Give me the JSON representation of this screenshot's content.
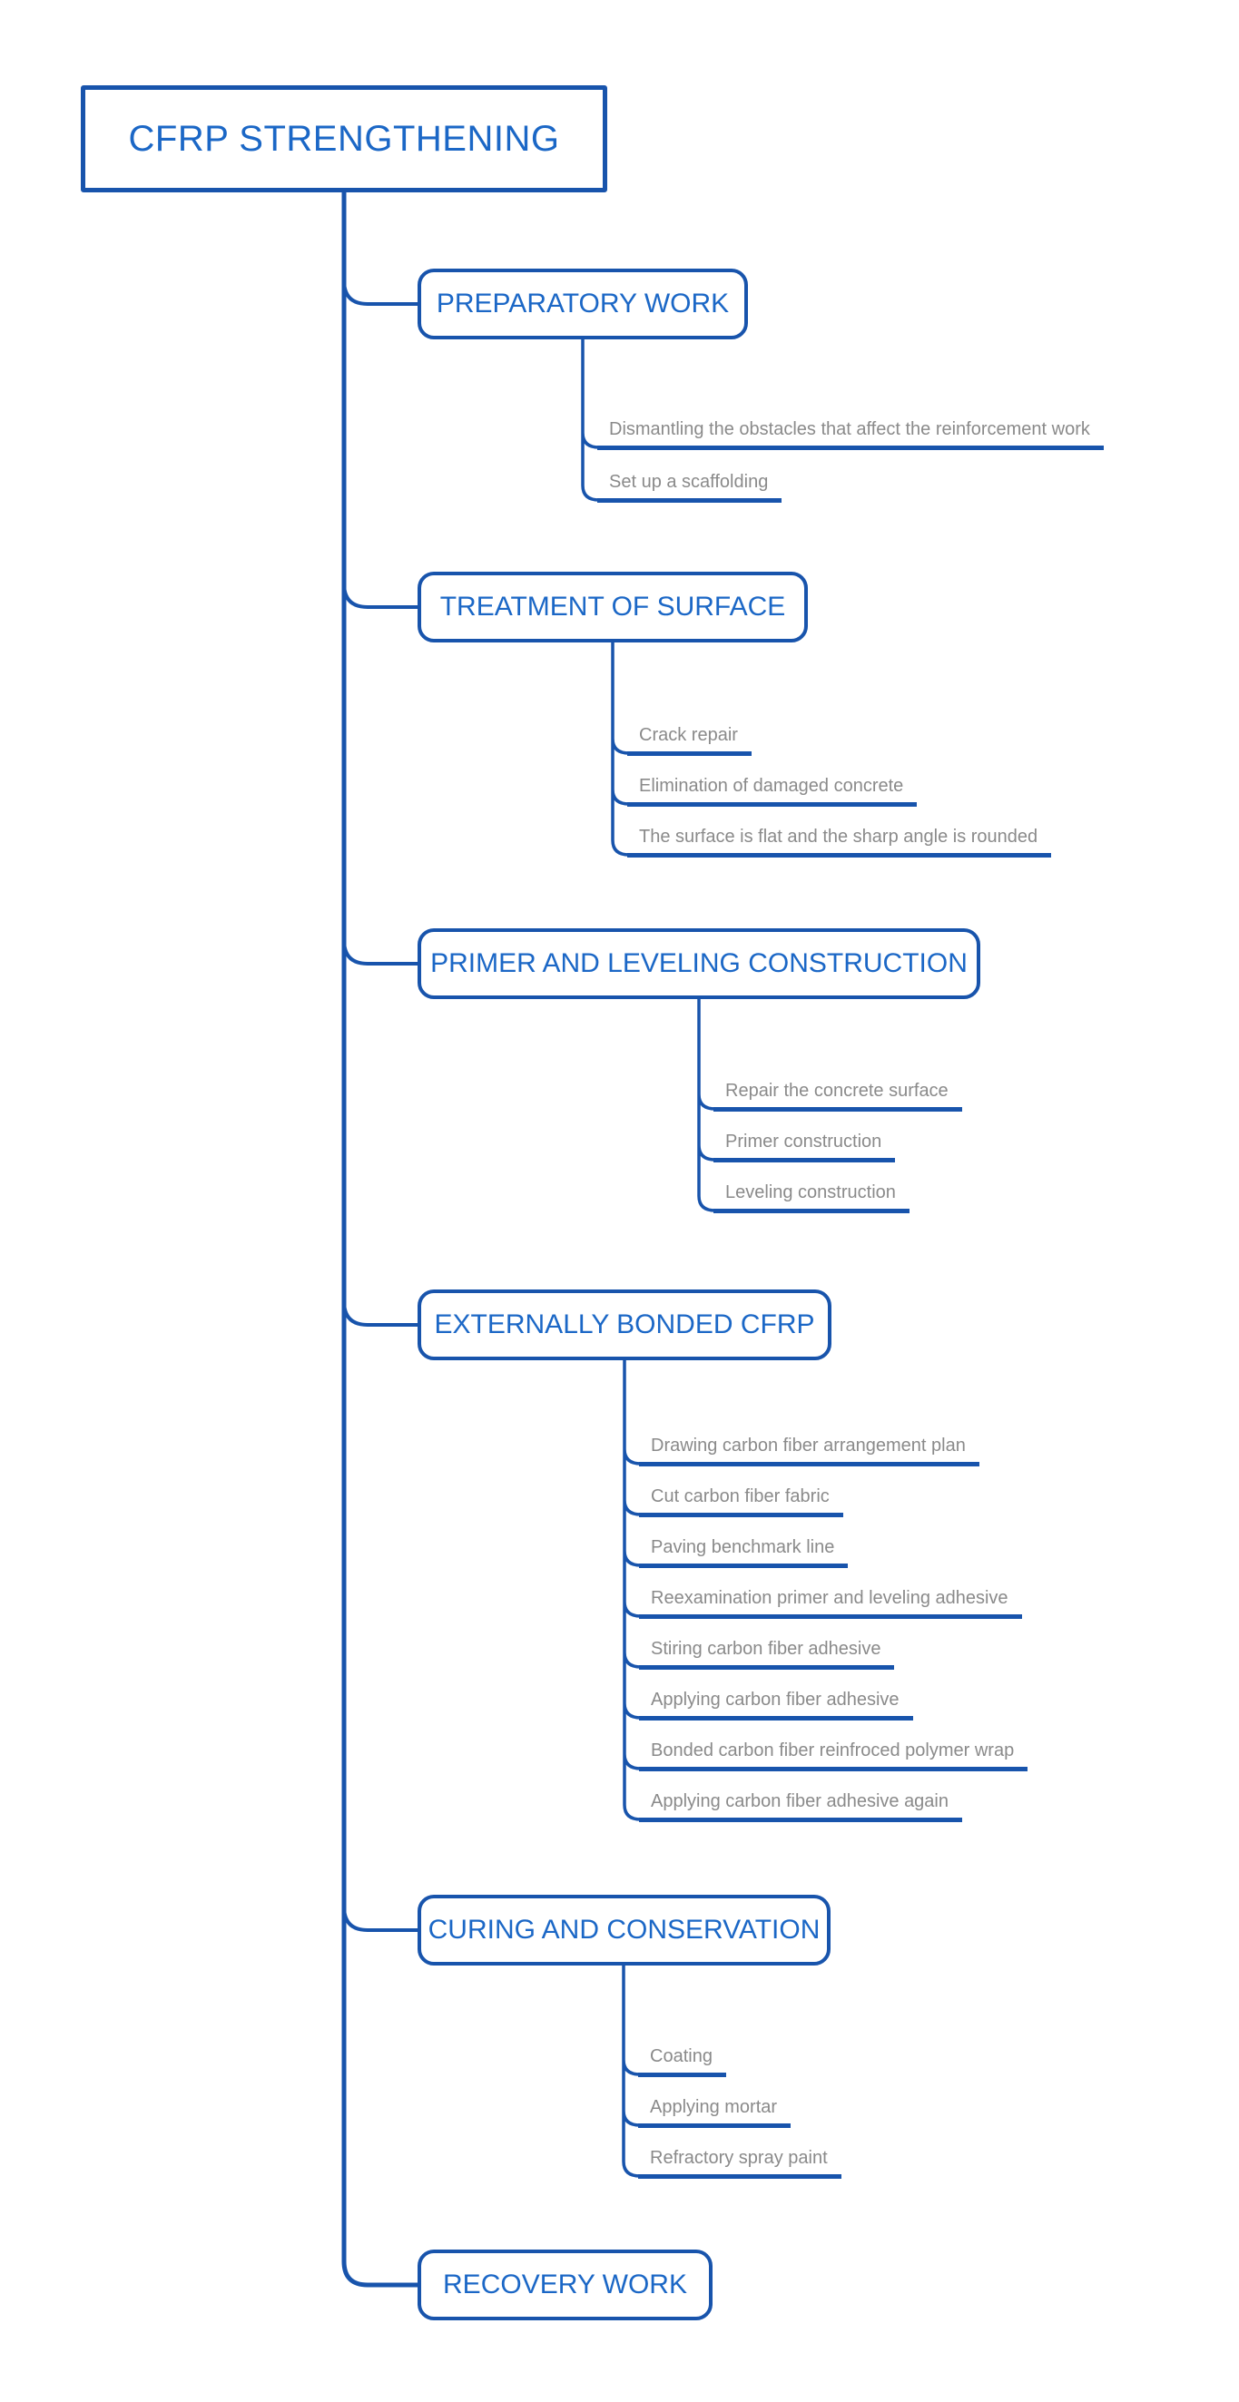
{
  "colors": {
    "line": "#1854AC",
    "box_border": "#1854AC",
    "box_text": "#1B67C6",
    "subtopic_text": "#8A8A8A",
    "background": "#FFFFFF"
  },
  "root": {
    "label": "CFRP STRENGTHENING"
  },
  "branches": [
    {
      "label": "PREPARATORY WORK",
      "children": [
        "Dismantling the obstacles that affect the reinforcement work",
        "Set up a scaffolding"
      ]
    },
    {
      "label": "TREATMENT OF SURFACE",
      "children": [
        "Crack repair",
        "Elimination of damaged concrete",
        "The surface is flat and the sharp angle is rounded"
      ]
    },
    {
      "label": "PRIMER AND LEVELING CONSTRUCTION",
      "children": [
        "Repair the concrete surface",
        "Primer construction",
        "Leveling construction"
      ]
    },
    {
      "label": "EXTERNALLY BONDED CFRP",
      "children": [
        "Drawing carbon fiber arrangement plan",
        "Cut carbon fiber fabric",
        "Paving benchmark line",
        "Reexamination primer and leveling adhesive",
        "Stiring carbon fiber adhesive",
        "Applying carbon fiber adhesive",
        "Bonded carbon fiber reinfroced polymer wrap",
        "Applying carbon fiber adhesive again"
      ]
    },
    {
      "label": "CURING AND CONSERVATION",
      "children": [
        "Coating",
        "Applying mortar",
        "Refractory spray paint"
      ]
    },
    {
      "label": "RECOVERY WORK",
      "children": []
    }
  ]
}
